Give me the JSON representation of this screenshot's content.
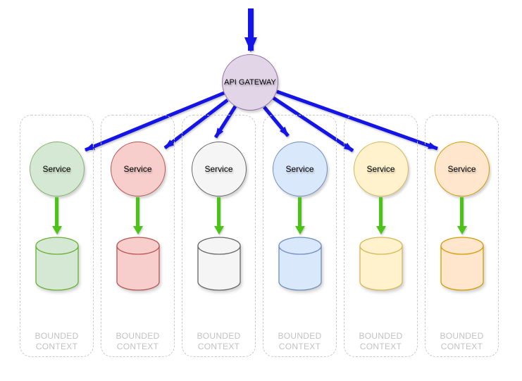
{
  "gateway": {
    "label": "API GATEWAY",
    "fill": "#e1d5e7",
    "stroke": "#9673a6"
  },
  "arrows": {
    "inbound_color": "#1414e6",
    "fanout_color": "#1414e6",
    "service_to_db_color": "#4cc417"
  },
  "context_box_style": {
    "border_color": "#c9c9c9",
    "label_color": "#c2c2c2"
  },
  "contexts": [
    {
      "label": "BOUNDED CONTEXT",
      "service_label": "Service",
      "circle_fill": "#d5e8d4",
      "circle_stroke": "#82b366",
      "db_fill": "#d5e8d4",
      "db_stroke": "#66b032"
    },
    {
      "label": "BOUNDED CONTEXT",
      "service_label": "Service",
      "circle_fill": "#f8cecc",
      "circle_stroke": "#b85450",
      "db_fill": "#f8cecc",
      "db_stroke": "#b85450"
    },
    {
      "label": "BOUNDED CONTEXT",
      "service_label": "Service",
      "circle_fill": "#f5f5f5",
      "circle_stroke": "#666666",
      "db_fill": "#f5f5f5",
      "db_stroke": "#666666"
    },
    {
      "label": "BOUNDED CONTEXT",
      "service_label": "Service",
      "circle_fill": "#dae8fc",
      "circle_stroke": "#6c8ebf",
      "db_fill": "#dae8fc",
      "db_stroke": "#6c8ebf"
    },
    {
      "label": "BOUNDED CONTEXT",
      "service_label": "Service",
      "circle_fill": "#fff2cc",
      "circle_stroke": "#d6b656",
      "db_fill": "#fff2cc",
      "db_stroke": "#d6b656"
    },
    {
      "label": "BOUNDED CONTEXT",
      "service_label": "Service",
      "circle_fill": "#ffe6cc",
      "circle_stroke": "#d79b00",
      "db_fill": "#ffe6cc",
      "db_stroke": "#d79b00"
    }
  ]
}
